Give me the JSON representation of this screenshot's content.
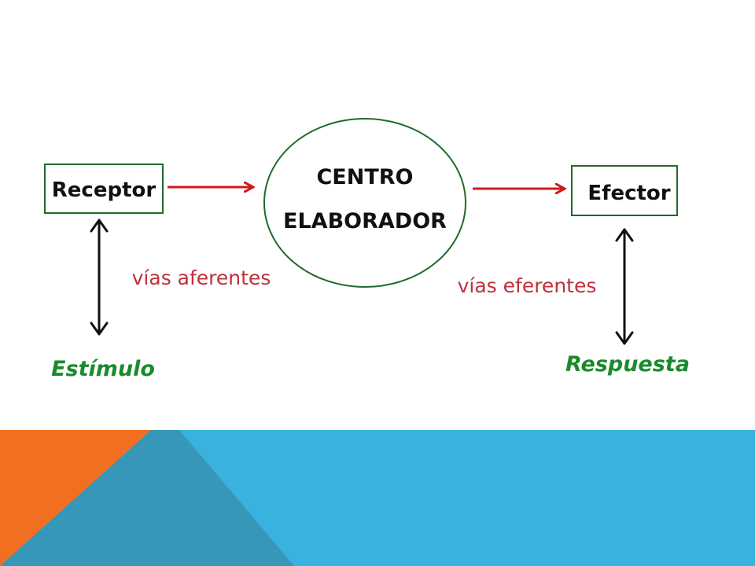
{
  "diagram": {
    "nodes": {
      "receptor": {
        "label": "Receptor"
      },
      "center": {
        "line1": "CENTRO",
        "line2": "ELABORADOR"
      },
      "effector": {
        "label": "Efector"
      }
    },
    "edge_labels": {
      "afferent": "vías aferentes",
      "efferent": "vías eferentes"
    },
    "endpoints": {
      "stimulus": "Estímulo",
      "response": "Respuesta"
    }
  },
  "colors": {
    "node_border": "#1f6b2a",
    "node_text": "#111111",
    "flow_arrow": "#d11a1a",
    "flow_text": "#c0303a",
    "link_arrow": "#111111",
    "endpoint_text": "#1b8a2e",
    "band_blue": "#3ab2e0",
    "band_steel": "#3797b8",
    "band_orange": "#f26f21"
  }
}
